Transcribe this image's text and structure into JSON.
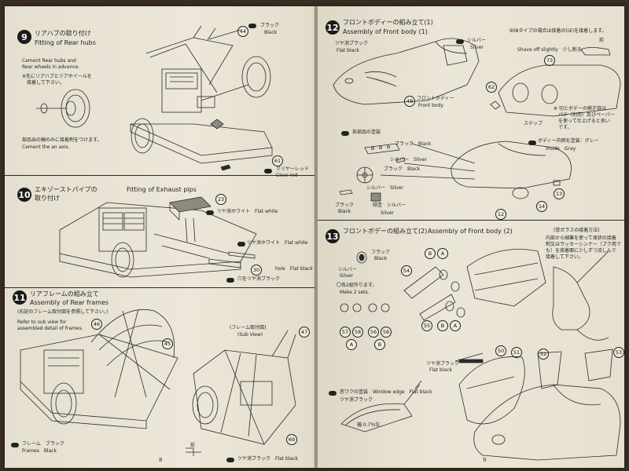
{
  "left_page": {
    "page_number": "8",
    "sec9": {
      "num": "9",
      "title_jp": "リアハブの取り付け",
      "title_en": "Fitting of Rear hubs",
      "note_en_1": "Cement Rear hubs and",
      "note_en_2": "Rear wheels in advance.",
      "note_jp_1": "※先にリアハブとリアホイールを",
      "note_jp_2": "接着して下さい。",
      "axis_jp": "部品出の軸のみに接着剤をつけます。",
      "axis_en": "Cement the an axis.",
      "color1_jp": "ブラック",
      "color1_en": "Black",
      "color2_jp": "クリヤーレッド",
      "color2_en": "Clear red",
      "part_44": "44",
      "part_61": "61"
    },
    "sec10": {
      "num": "10",
      "title_jp_1": "エキゾーストパイプの",
      "title_jp_2": "取り付け",
      "title_en": "Fitting of Exhaust pips",
      "c1": "ツヤ消ホワイト　Flat white",
      "c2": "ツヤ消ホワイト　Flat white",
      "c3": "hole　Flat black",
      "c4": "穴をツヤ消ブラック",
      "part_23": "23",
      "part_30": "30"
    },
    "sec11": {
      "num": "11",
      "title_jp": "リアフレームの組み立て",
      "title_en": "Assembly of Rear frames",
      "note_jp": "(右記のフレーム取付図を参照して下さい。)",
      "note_en_1": "Refer to sub view for",
      "note_en_2": "assembled detail of frames.",
      "sub_jp": "(フレーム取付図)",
      "sub_en": "(Sub View)",
      "frame_jp": "フレーム　ブラック",
      "frame_en": "Frames　Black",
      "bottom_color": "ツヤ消ブラック　Flat black",
      "front_label": "前",
      "part_45": "45",
      "part_46": "46",
      "part_47": "47",
      "part_69": "69"
    }
  },
  "right_page": {
    "page_number": "9",
    "sec12": {
      "num": "12",
      "title_jp": "フロントボディーの組み立て(1)",
      "title_en": "Assembly of Front body (1)",
      "fb_jp": "ツヤ消ブラック",
      "fb_en": "Flat black",
      "silver_jp": "シルバー",
      "silver_en": "Silver",
      "body_jp": "フロントボディー",
      "body_en": "Front body",
      "note_908": "908タイプの場合は接着の(ほ)を接着します。",
      "shave": "Shave off slightly　少し削る",
      "front_label": "前",
      "paint_title": "各部品の塗装",
      "p_black1": "ブラック　Black",
      "p_silver1": "シルバー　Silver",
      "p_black2": "ブラック　Black",
      "p_silver2": "シルバー　Silver",
      "p_black3_jp": "ブラック",
      "p_black3_en": "Black",
      "p_green": "緑塗　シルバー",
      "p_silver3": "Silver",
      "inside_jp": "ボディー内側を塗装：グレー",
      "inside_en": "Inside　Gray",
      "step_note_1": "※ 切とボデーの継ぎ目は",
      "step_note_2": "パテ（別売）及びペーパー",
      "step_note_3": "を使って仕上げると良い",
      "step_note_4": "です。",
      "step_label": "ステップ",
      "part_48": "48",
      "part_62": "62",
      "part_73": "73",
      "part_12": "12",
      "part_13": "13",
      "part_14": "14"
    },
    "sec13": {
      "num": "13",
      "title_jp": "フロントボデーの組み立て(2)",
      "title_en": "Assembly of Front body (2)",
      "lens_note_title": "(窓ガラスの接着方法)",
      "lens_note_1": "内部から細筆を使って液状の接着",
      "lens_note_2": "剤又はラッカーシンナー（ブク用で",
      "lens_note_3": "も）を接着面に少しずつ流しんで",
      "lens_note_4": "接着して下さい。",
      "fb_jp": "フラック",
      "fb_en": "Black",
      "silver_jp": "シルバー",
      "silver_en": "Silver",
      "make2_jp": "〇各2組作ります。",
      "make2_en": "Make 2 sets.",
      "window_fb_jp": "ツヤ消ブラック",
      "window_fb_en": "Flat black",
      "window_edge": "窓ワクの塗装　Window edge　Flat black",
      "window_fb2": "ツヤ消ブラック",
      "width_note": "幅 0.7%位",
      "label_A": "A",
      "label_B": "B",
      "part_54": "54",
      "part_55": "55",
      "part_57": "57",
      "part_58": "58",
      "part_56": "56",
      "part_50": "50",
      "part_51": "51",
      "part_52": "52",
      "part_53": "53"
    }
  }
}
